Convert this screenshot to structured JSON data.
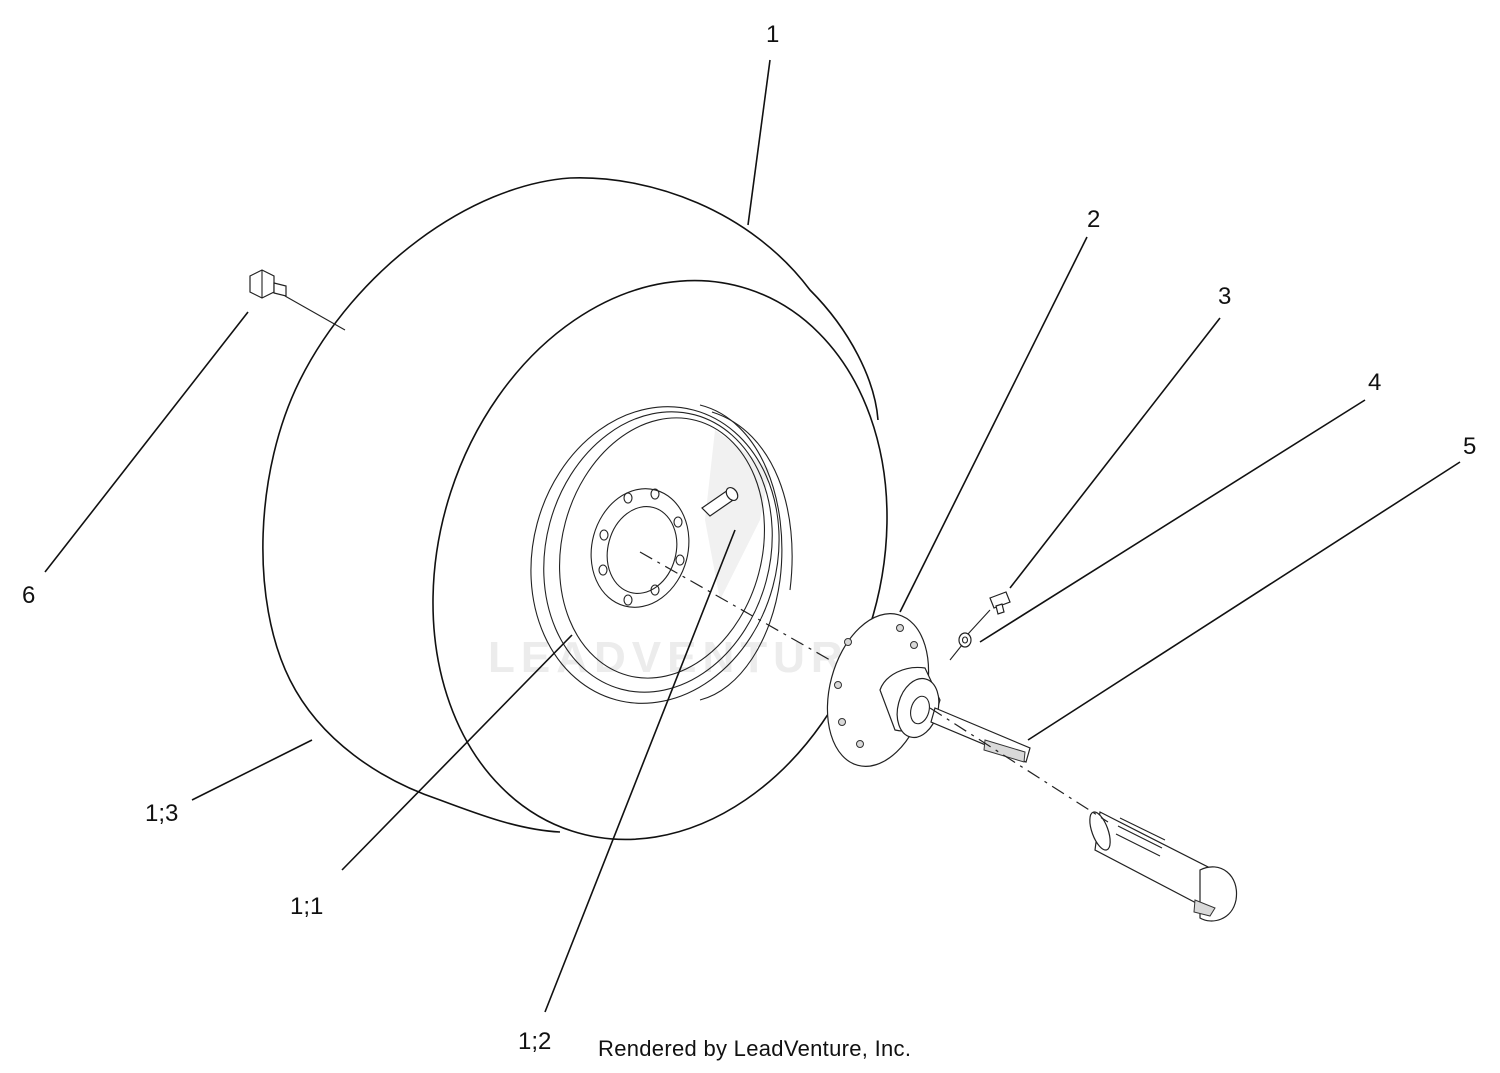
{
  "callouts": {
    "c1": "1",
    "c2": "2",
    "c3": "3",
    "c4": "4",
    "c5": "5",
    "c6": "6",
    "c1_1": "1;1",
    "c1_2": "1;2",
    "c1_3": "1;3"
  },
  "watermark": "LEADVENTURE",
  "footer": "Rendered by LeadVenture, Inc."
}
